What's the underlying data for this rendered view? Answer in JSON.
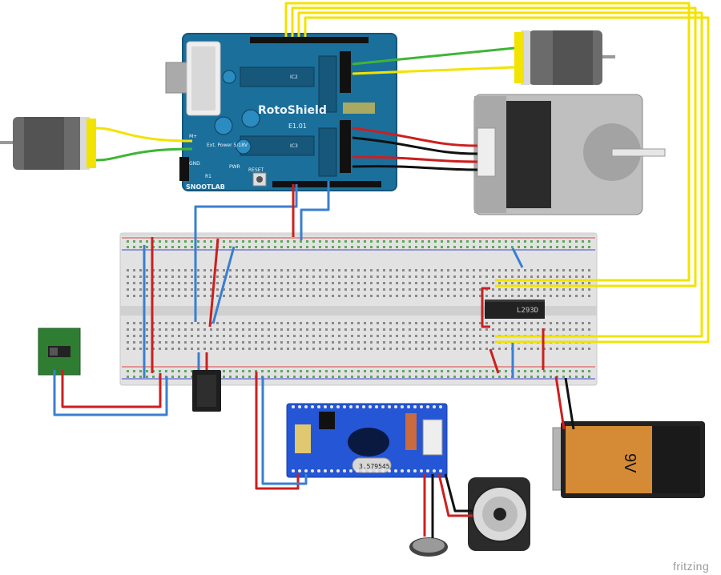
{
  "shield": {
    "brand": "RotoShield",
    "version": "E1.01",
    "maker": "SNOOTLAB",
    "reset_label": "RESET",
    "pwr_label": "PWR",
    "ext_power": "Ext.\nPower\n5/18V",
    "m_plus": "M+",
    "gnd": "GND",
    "ic_labels": [
      "IC2",
      "IC3"
    ],
    "r_label": "R1"
  },
  "breadboard": {
    "chip_label": "L293D"
  },
  "sound_module": {
    "crystal_label": "3.579545"
  },
  "battery": {
    "label": "9V"
  },
  "footer": {
    "watermark": "fritzing"
  },
  "colors": {
    "shield_blue": "#1b6f9b",
    "wire_red": "#cc1f1f",
    "wire_black": "#111111",
    "wire_blue": "#3a7fd0",
    "wire_yellow": "#f2e300",
    "wire_green": "#3fb535",
    "module_blue": "#2456d6",
    "battery_orange": "#d58b35"
  },
  "icons": [
    "dc-motor-icon",
    "stepper-motor-icon",
    "speaker-icon",
    "microphone-icon",
    "slide-switch-icon",
    "ir-receiver-icon"
  ]
}
